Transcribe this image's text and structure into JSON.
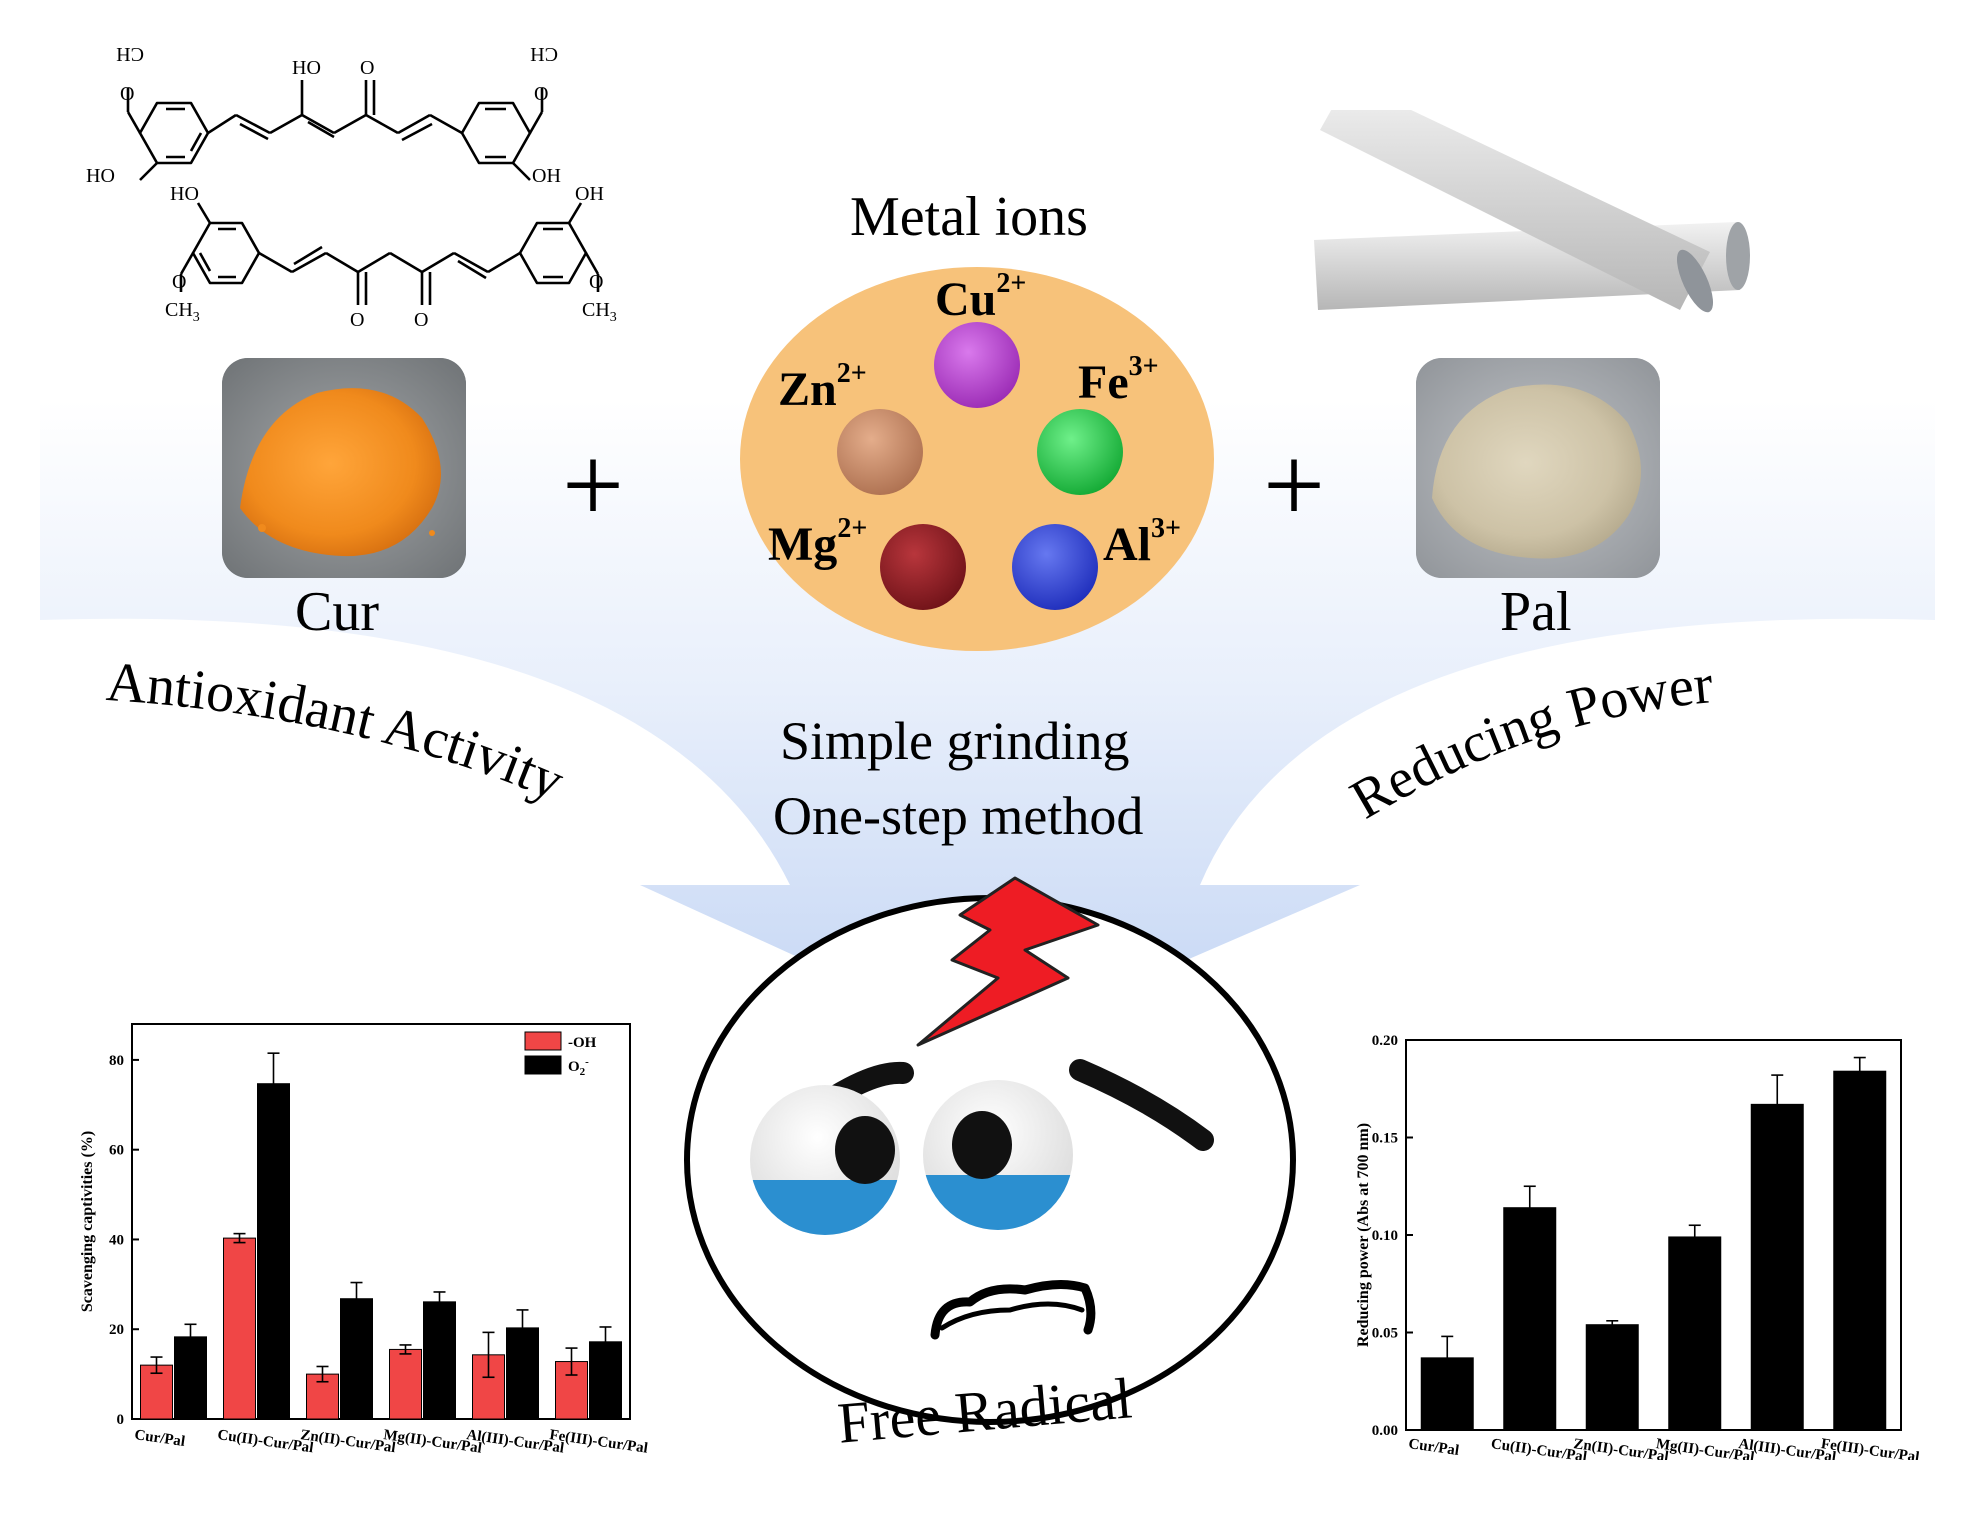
{
  "left_panel": {
    "photo_label": "Cur",
    "structure_labels": {
      "ho": "HO",
      "oh": "OH",
      "o": "O",
      "ch3": "CH",
      "ch3_sub": "3",
      "och3": "O"
    }
  },
  "plus_signs": [
    "+",
    "+"
  ],
  "center_panel": {
    "title": "Metal ions",
    "ions": [
      {
        "symbol": "Cu",
        "charge": "2+",
        "color": "#b53fd1"
      },
      {
        "symbol": "Fe",
        "charge": "3+",
        "color": "#1fc94a"
      },
      {
        "symbol": "Zn",
        "charge": "2+",
        "color": "#c98a66"
      },
      {
        "symbol": "Mg",
        "charge": "2+",
        "color": "#8e1f24"
      },
      {
        "symbol": "Al",
        "charge": "3+",
        "color": "#2f43d6"
      }
    ],
    "method_line1": "Simple grinding",
    "method_line2": "One-step method"
  },
  "right_panel": {
    "photo_label": "Pal"
  },
  "arc_labels": {
    "left": "Antioxidant Activity",
    "right": "Reducing Power"
  },
  "face_label": "Free Radical",
  "colors": {
    "fan_blue": "#c9d9f5",
    "ion_disc": "#f7c27a",
    "cur_powder": "#f08a1c",
    "pal_powder": "#cdc2a6",
    "bolt": "#ee1c24",
    "tears": "#2b8fd0",
    "bar_red": "#f04646",
    "bar_black": "#000000"
  },
  "chart_data": [
    {
      "type": "bar",
      "categories": [
        "Cur/Pal",
        "Cu(II)-Cur/Pal",
        "Zn(II)-Cur/Pal",
        "Mg(II)-Cur/Pal",
        "Al(III)-Cur/Pal",
        "Fe(III)-Cur/Pal"
      ],
      "series": [
        {
          "name": "-OH",
          "values": [
            12,
            40.3,
            10,
            15.5,
            14.3,
            12.8
          ],
          "errors": [
            1.8,
            1,
            1.7,
            1,
            5,
            3
          ]
        },
        {
          "name": "O",
          "name_sup": "-",
          "name_sub": "2",
          "values": [
            18.3,
            74.7,
            26.8,
            26.1,
            20.3,
            17.2
          ],
          "errors": [
            2.8,
            6.8,
            3.6,
            2.2,
            4,
            3.3
          ]
        }
      ],
      "ylabel": "Scavenging captivities (%)",
      "ylim": [
        0,
        88
      ],
      "yticks": [
        "0",
        "20",
        "40",
        "60",
        "80"
      ],
      "legend_position": "top-right"
    },
    {
      "type": "bar",
      "categories": [
        "Cur/Pal",
        "Cu(II)-Cur/Pal",
        "Zn(II)-Cur/Pal",
        "Mg(II)-Cur/Pal",
        "Al(III)-Cur/Pal",
        "Fe(III)-Cur/Pal"
      ],
      "series": [
        {
          "values": [
            0.037,
            0.114,
            0.054,
            0.099,
            0.167,
            0.184
          ],
          "errors": [
            0.011,
            0.011,
            0.002,
            0.006,
            0.015,
            0.007
          ]
        }
      ],
      "ylabel": "Reducing power (Abs at 700 nm)",
      "ylim": [
        0,
        0.2
      ],
      "yticks": [
        "0.00",
        "0.05",
        "0.10",
        "0.15",
        "0.20"
      ]
    }
  ]
}
